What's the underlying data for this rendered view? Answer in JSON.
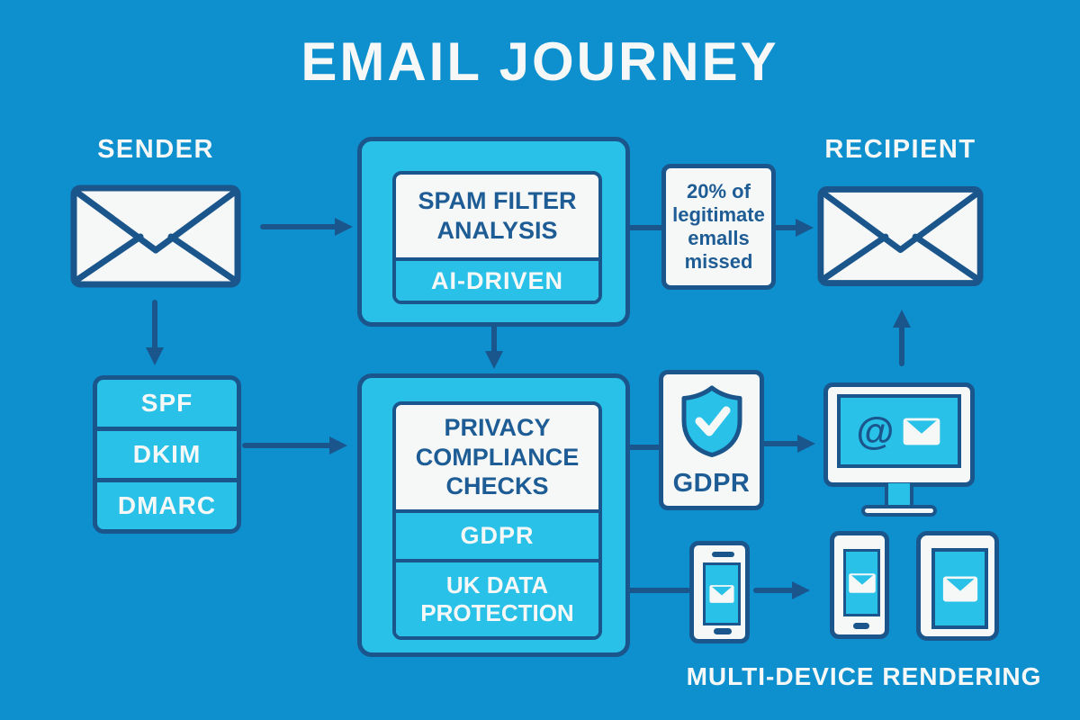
{
  "title": "EMAIL JOURNEY",
  "colors": {
    "background": "#0e90cf",
    "cyan": "#29c1e8",
    "dark_blue": "#1a568c",
    "text_dark": "#1e5c95",
    "white": "#f6f8f7"
  },
  "sender": {
    "label": "SENDER"
  },
  "recipient": {
    "label": "RECIPIENT"
  },
  "spam_filter": {
    "title": "SPAM FILTER ANALYSIS",
    "subtitle": "AI-DRIVEN"
  },
  "loss_note": {
    "text": "20% of legitimate emalls missed"
  },
  "auth_stack": {
    "items": [
      "SPF",
      "DKIM",
      "DMARC"
    ]
  },
  "privacy": {
    "title": "PRIVACY COMPLIANCE CHECKS",
    "items": [
      "GDPR",
      "UK DATA PROTECTION"
    ]
  },
  "gdpr_badge": {
    "label": "GDPR"
  },
  "monitor": {
    "at_symbol": "@"
  },
  "multi_device": {
    "label": "MULTI-DEVICE RENDERING"
  },
  "icons": {
    "sender": "envelope-icon",
    "recipient": "envelope-icon",
    "gdpr_badge": "shield-check-icon",
    "desktop": "monitor-email-icon",
    "phones": "smartphone-email-icon",
    "tablet": "tablet-email-icon"
  }
}
